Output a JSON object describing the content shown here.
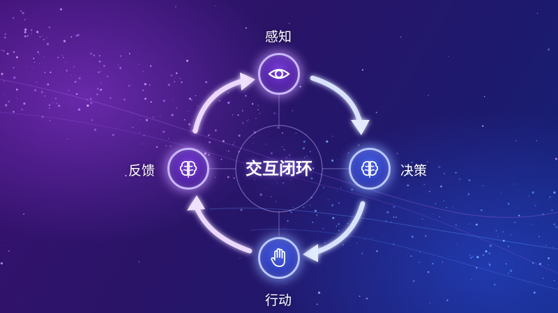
{
  "diagram": {
    "center": {
      "label": "交互闭环"
    },
    "nodes": [
      {
        "id": "perception",
        "label": "感知",
        "icon": "eye-icon"
      },
      {
        "id": "decision",
        "label": "决策",
        "icon": "brain-icon"
      },
      {
        "id": "action",
        "label": "行动",
        "icon": "hand-icon"
      },
      {
        "id": "feedback",
        "label": "反馈",
        "icon": "brain-icon"
      }
    ],
    "flow": [
      "perception",
      "decision",
      "action",
      "feedback",
      "perception"
    ]
  },
  "colors": {
    "ring_purple": "#c9a8ff",
    "ring_blue": "#a9c0ff",
    "node_purple": "#5a28b8",
    "node_blue": "#2f3cc0",
    "text": "#ffffff"
  }
}
